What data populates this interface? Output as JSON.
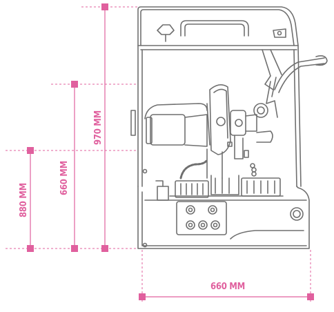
{
  "colors": {
    "dimension": "#e0609e",
    "outline": "#6f6f6f",
    "background": "#ffffff"
  },
  "dimensions": {
    "height_total": "970 MM",
    "height_table": "660 MM",
    "height_base": "880 MM",
    "width": "660 MM"
  },
  "illustration": {
    "subject": "cut-off machine (line drawing)"
  }
}
